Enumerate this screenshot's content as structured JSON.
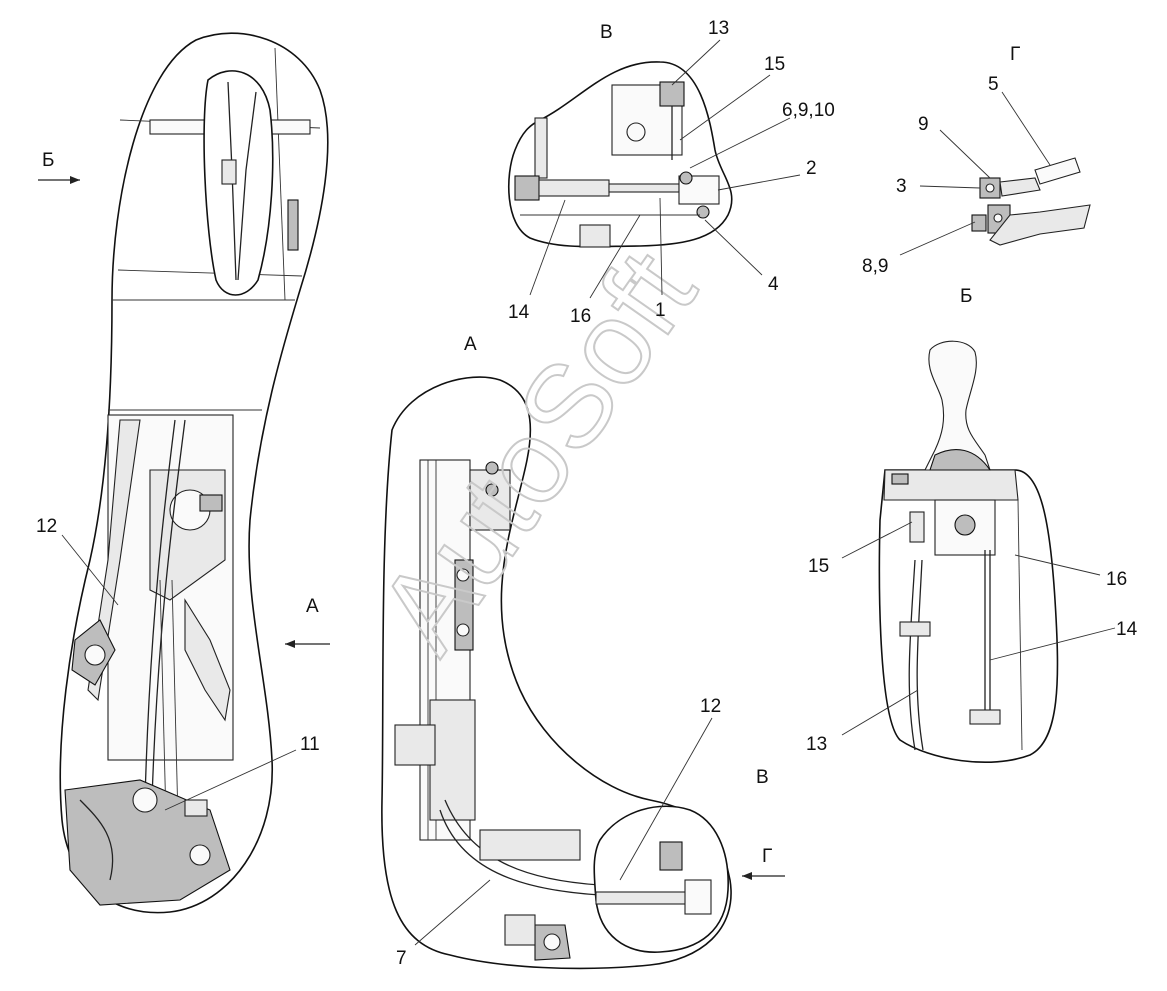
{
  "watermark": "AutoSoft",
  "views": {
    "view_a": "А",
    "view_b": "Б",
    "view_v": "В",
    "view_g": "Г"
  },
  "view_labels": {
    "b_arrow": "Б",
    "a_arrow": "А",
    "a_title": "А",
    "v_title": "В",
    "v_marker": "В",
    "g_arrow": "Г",
    "g_title": "Г",
    "b_title": "Б"
  },
  "callouts": {
    "c12_left": "12",
    "c11": "11",
    "c13_top": "13",
    "c15_top": "15",
    "c6_9_10": "6,9,10",
    "c2": "2",
    "c4": "4",
    "c1": "1",
    "c16_top": "16",
    "c14_top": "14",
    "c5": "5",
    "c9": "9",
    "c3": "3",
    "c8_9": "8,9",
    "c15_right": "15",
    "c16_right": "16",
    "c14_right": "14",
    "c13_right": "13",
    "c12_mid": "12",
    "c7": "7"
  }
}
